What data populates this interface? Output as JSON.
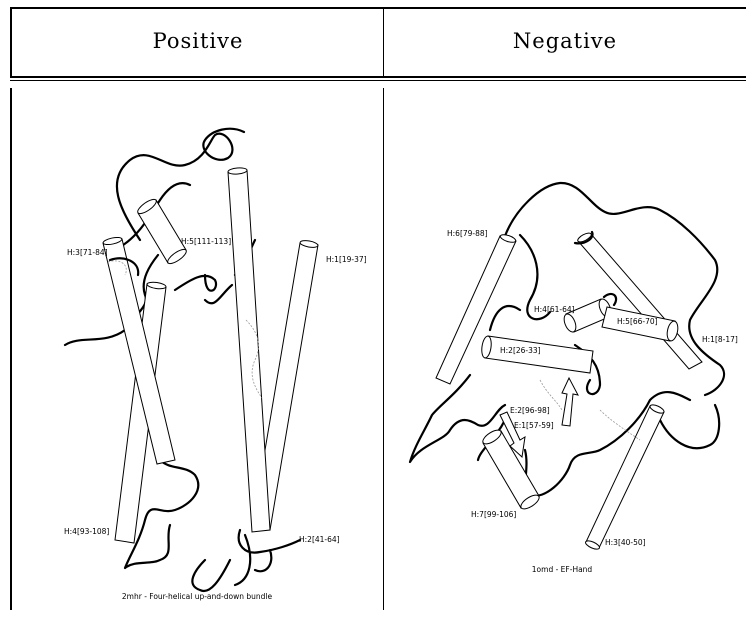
{
  "headers": {
    "positive": "Positive",
    "negative": "Negative"
  },
  "positive_panel": {
    "caption": "2mhr - Four-helical up-and-down bundle",
    "labels": {
      "h3": "H:3[71-84]",
      "h5": "H:5[111-113]",
      "h1": "H:1[19-37]",
      "h4": "H:4[93-108]",
      "h2": "H:2[41-64]"
    }
  },
  "negative_panel": {
    "caption": "1omd - EF-Hand",
    "labels": {
      "h6": "H:6[79-88]",
      "h4": "H:4[61-64]",
      "h5": "H:5[66-70]",
      "h1": "H:1[8-17]",
      "h2": "H:2[26-33]",
      "e2": "E:2[96-98]",
      "e1": "E:1[57-59]",
      "h7": "H:7[99-106]",
      "h3": "H:3[40-50]"
    }
  }
}
